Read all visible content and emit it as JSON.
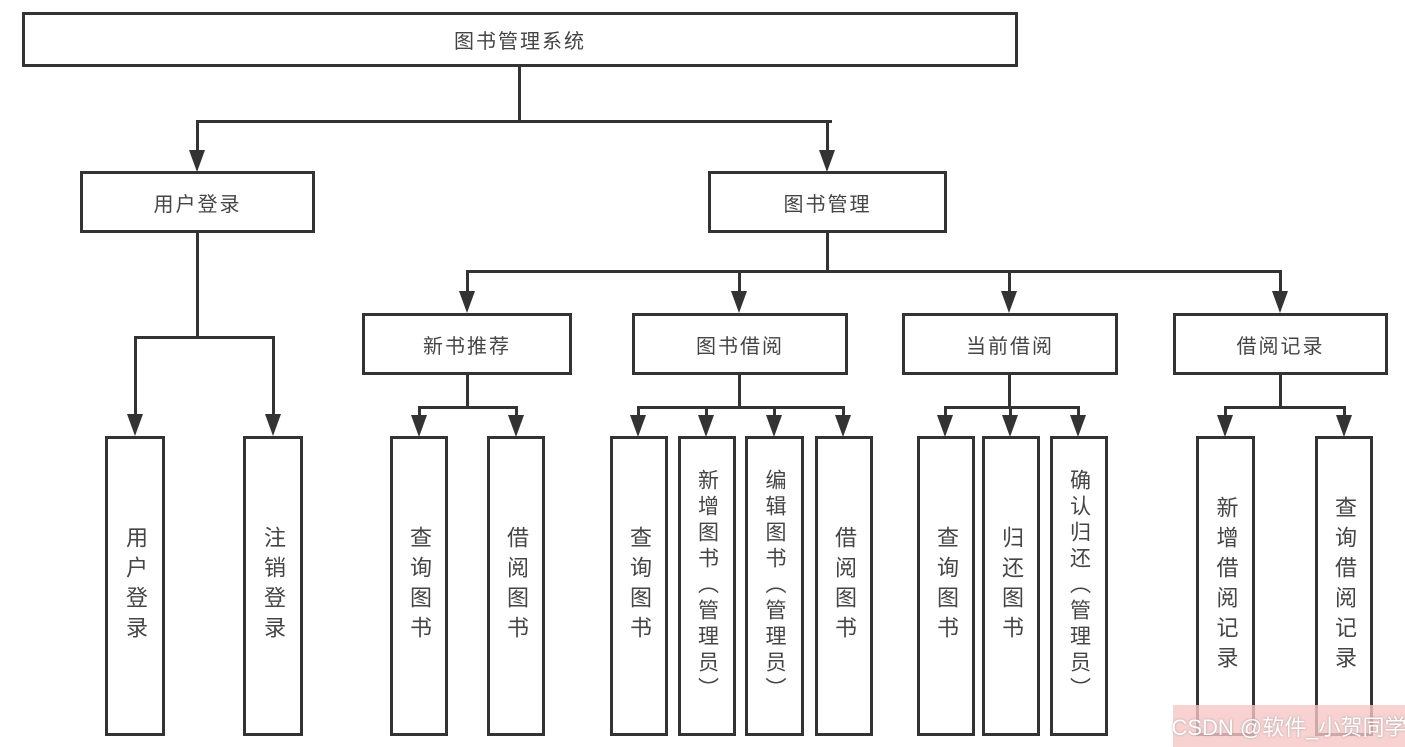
{
  "tree": {
    "root": {
      "label": "图书管理系统"
    },
    "children": [
      {
        "label": "用户登录",
        "children": [
          {
            "label": "用户登录"
          },
          {
            "label": "注销登录"
          }
        ]
      },
      {
        "label": "图书管理",
        "children": [
          {
            "label": "新书推荐",
            "children": [
              {
                "label": "查询图书"
              },
              {
                "label": "借阅图书"
              }
            ]
          },
          {
            "label": "图书借阅",
            "children": [
              {
                "label": "查询图书"
              },
              {
                "label": "新增图书（管理员）"
              },
              {
                "label": "编辑图书（管理员）"
              },
              {
                "label": "借阅图书"
              }
            ]
          },
          {
            "label": "当前借阅",
            "children": [
              {
                "label": "查询图书"
              },
              {
                "label": "归还图书"
              },
              {
                "label": "确认归还（管理员）"
              }
            ]
          },
          {
            "label": "借阅记录",
            "children": [
              {
                "label": "新增借阅记录"
              },
              {
                "label": "查询借阅记录"
              }
            ]
          }
        ]
      }
    ]
  },
  "watermark": {
    "text": "CSDN @软件_小贺同学"
  },
  "colors": {
    "line": "#333333",
    "box_border": "#333333",
    "text": "#454545",
    "watermark_bg": "#f6c6c6",
    "watermark_text": "#ffffff"
  }
}
